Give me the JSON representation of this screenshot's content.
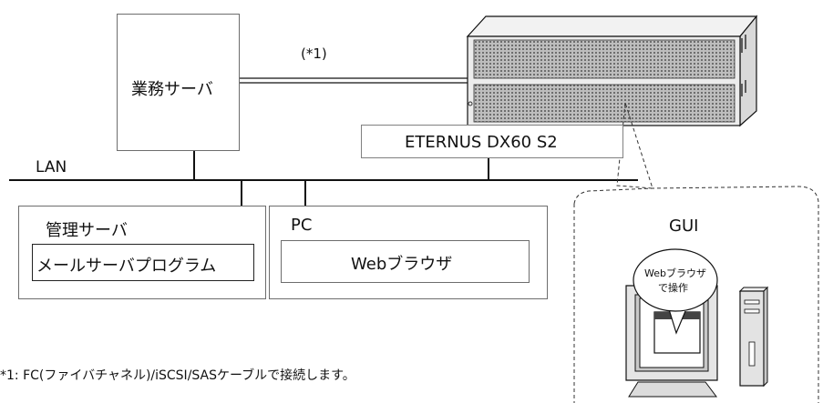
{
  "business_server": {
    "label": "業務サーバ"
  },
  "connection_note": {
    "label": "(*1)"
  },
  "storage": {
    "label": "ETERNUS DX60 S2"
  },
  "lan": {
    "label": "LAN"
  },
  "mgmt_server": {
    "label": "管理サーバ",
    "program": "メールサーバプログラム"
  },
  "pc": {
    "label": "PC",
    "browser": "Webブラウザ"
  },
  "gui_panel": {
    "label": "GUI",
    "bubble_line1": "Webブラウザ",
    "bubble_line2": "で操作"
  },
  "footnote": {
    "text": "*1: FC(ファイバチャネル)/iSCSI/SASケーブルで接続します。"
  }
}
